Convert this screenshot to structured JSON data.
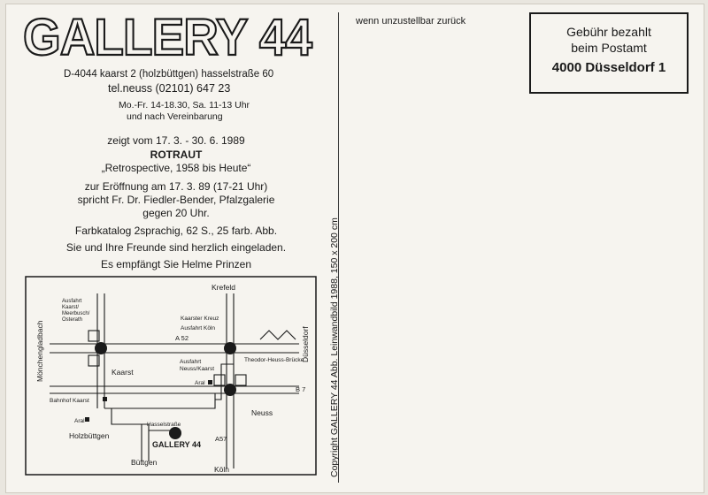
{
  "logo": {
    "text": "GALLERY 44"
  },
  "address": {
    "line1": "D-4044 kaarst 2 (holzbüttgen) hasselstraße 60",
    "phone": "tel.neuss (02101) 647 23",
    "hours1": "Mo.-Fr. 14-18.30, Sa. 11-13 Uhr",
    "hours2": "und nach Vereinbarung"
  },
  "exhibition": {
    "dates": "zeigt vom 17. 3. - 30. 6. 1989",
    "artist": "ROTRAUT",
    "subtitle": "„Retrospective, 1958 bis Heute“",
    "opening1": "zur Eröffnung am 17. 3. 89 (17-21 Uhr)",
    "opening2": "spricht Fr. Dr. Fiedler-Bender, Pfalzgalerie",
    "opening3": "gegen 20 Uhr.",
    "catalog": "Farbkatalog 2sprachig, 62 S., 25 farb. Abb.",
    "invite": "Sie und Ihre Freunde sind herzlich eingeladen.",
    "host": "Es empfängt Sie Helme Prinzen"
  },
  "return_note": "wenn unzustellbar zurück",
  "stamp": {
    "line1": "Gebühr bezahlt",
    "line2": "beim Postamt",
    "line3": "4000 Düsseldorf 1"
  },
  "copyright": "Copyright GALLERY 44   Abb. Leinwandbild 1988, 150 x 200 cm",
  "map": {
    "krefeld": "Krefeld",
    "koeln": "Köln",
    "moenchengladbach": "Mönchengladbach",
    "duesseldorf": "Düsseldorf",
    "ausfahrt_kaarst1": "Ausfahrt",
    "ausfahrt_kaarst2": "Kaarst/",
    "ausfahrt_kaarst3": "Meerbusch/",
    "ausfahrt_kaarst4": "Osterath",
    "kaarster_kreuz": "Kaarster Kreuz",
    "ausfahrt_koeln": "Ausfahrt Köln",
    "a52": "A 52",
    "ausfahrt_neuss1": "Ausfahrt",
    "ausfahrt_neuss2": "Neuss/Kaarst",
    "theodor_heuss": "Theodor-Heuss-Brücke",
    "kaarst": "Kaarst",
    "aral1": "Aral",
    "b7": "B 7",
    "bahnhof_kaarst": "Bahnhof Kaarst",
    "neuss": "Neuss",
    "aral2": "Aral",
    "hasselstrasse": "Hasselstraße",
    "holzbuettgen": "Holzbüttgen",
    "gallery": "GALLERY 44",
    "a57": "A57",
    "buettgen": "Büttgen"
  }
}
